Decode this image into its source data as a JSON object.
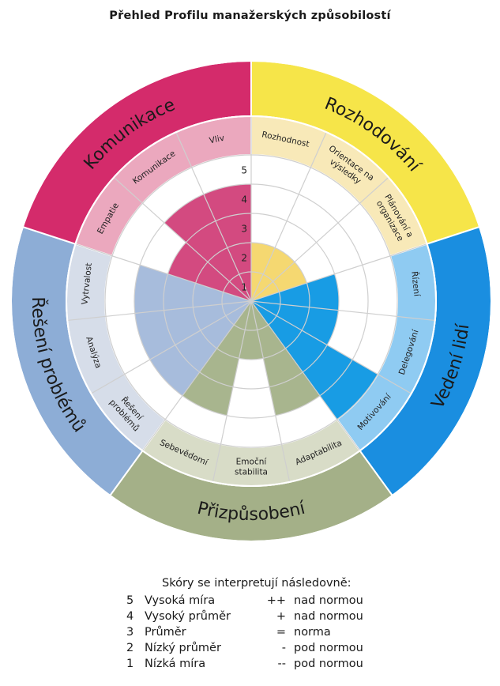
{
  "title": "Přehled Profilu manažerských způsobilostí",
  "chart_data": {
    "type": "polar-bar",
    "scale_max": 5,
    "rings": [
      "1",
      "2",
      "3",
      "4",
      "5"
    ],
    "groups": [
      {
        "name": "Rozhodování",
        "color": "#F6E549",
        "light": "#F8E9B8",
        "bar": "#F5D871",
        "items": [
          {
            "label": [
              "Rozhodnost"
            ],
            "value": 2
          },
          {
            "label": [
              "Orientace na",
              "výsledky"
            ],
            "value": 2
          },
          {
            "label": [
              "Plánování a",
              "organizace"
            ],
            "value": 2
          }
        ]
      },
      {
        "name": "Vedení lidí",
        "color": "#1A8EE0",
        "light": "#8FCBF2",
        "bar": "#189CE4",
        "items": [
          {
            "label": [
              "Řízení"
            ],
            "value": 3
          },
          {
            "label": [
              "Delegování"
            ],
            "value": 3
          },
          {
            "label": [
              "Motivování"
            ],
            "value": 5
          }
        ]
      },
      {
        "name": "Přizpůsobení",
        "color": "#A4B088",
        "light": "#D8DCC7",
        "bar": "#A8B58E",
        "items": [
          {
            "label": [
              "Adaptabilita"
            ],
            "value": 4
          },
          {
            "label": [
              "Emoční",
              "stabilita"
            ],
            "value": 2
          },
          {
            "label": [
              "Sebevědomí"
            ],
            "value": 4
          }
        ]
      },
      {
        "name": "Řešení problémů",
        "color": "#8DADD6",
        "light": "#D6DDE9",
        "bar": "#A7BCDC",
        "items": [
          {
            "label": [
              "Řešení",
              "problémů"
            ],
            "value": 4
          },
          {
            "label": [
              "Analýza"
            ],
            "value": 4
          },
          {
            "label": [
              "Vytrvalost"
            ],
            "value": 4
          }
        ]
      },
      {
        "name": "Komunikace",
        "color": "#D42B6B",
        "light": "#EBA8BE",
        "bar": "#D34A80",
        "items": [
          {
            "label": [
              "Empatie"
            ],
            "value": 3
          },
          {
            "label": [
              "Komunikace"
            ],
            "value": 4
          },
          {
            "label": [
              "Vliv"
            ],
            "value": 4
          }
        ]
      }
    ]
  },
  "legend": {
    "intro": "Skóry se interpretují následovně:",
    "rows": [
      {
        "n": "5",
        "label": "Vysoká míra",
        "sym": "++",
        "norm": "nad normou"
      },
      {
        "n": "4",
        "label": "Vysoký průměr",
        "sym": "+",
        "norm": "nad normou"
      },
      {
        "n": "3",
        "label": "Průměr",
        "sym": "=",
        "norm": "norma"
      },
      {
        "n": "2",
        "label": "Nízký průměr",
        "sym": "-",
        "norm": "pod normou"
      },
      {
        "n": "1",
        "label": "Nízká míra",
        "sym": "--",
        "norm": "pod normou"
      }
    ]
  }
}
